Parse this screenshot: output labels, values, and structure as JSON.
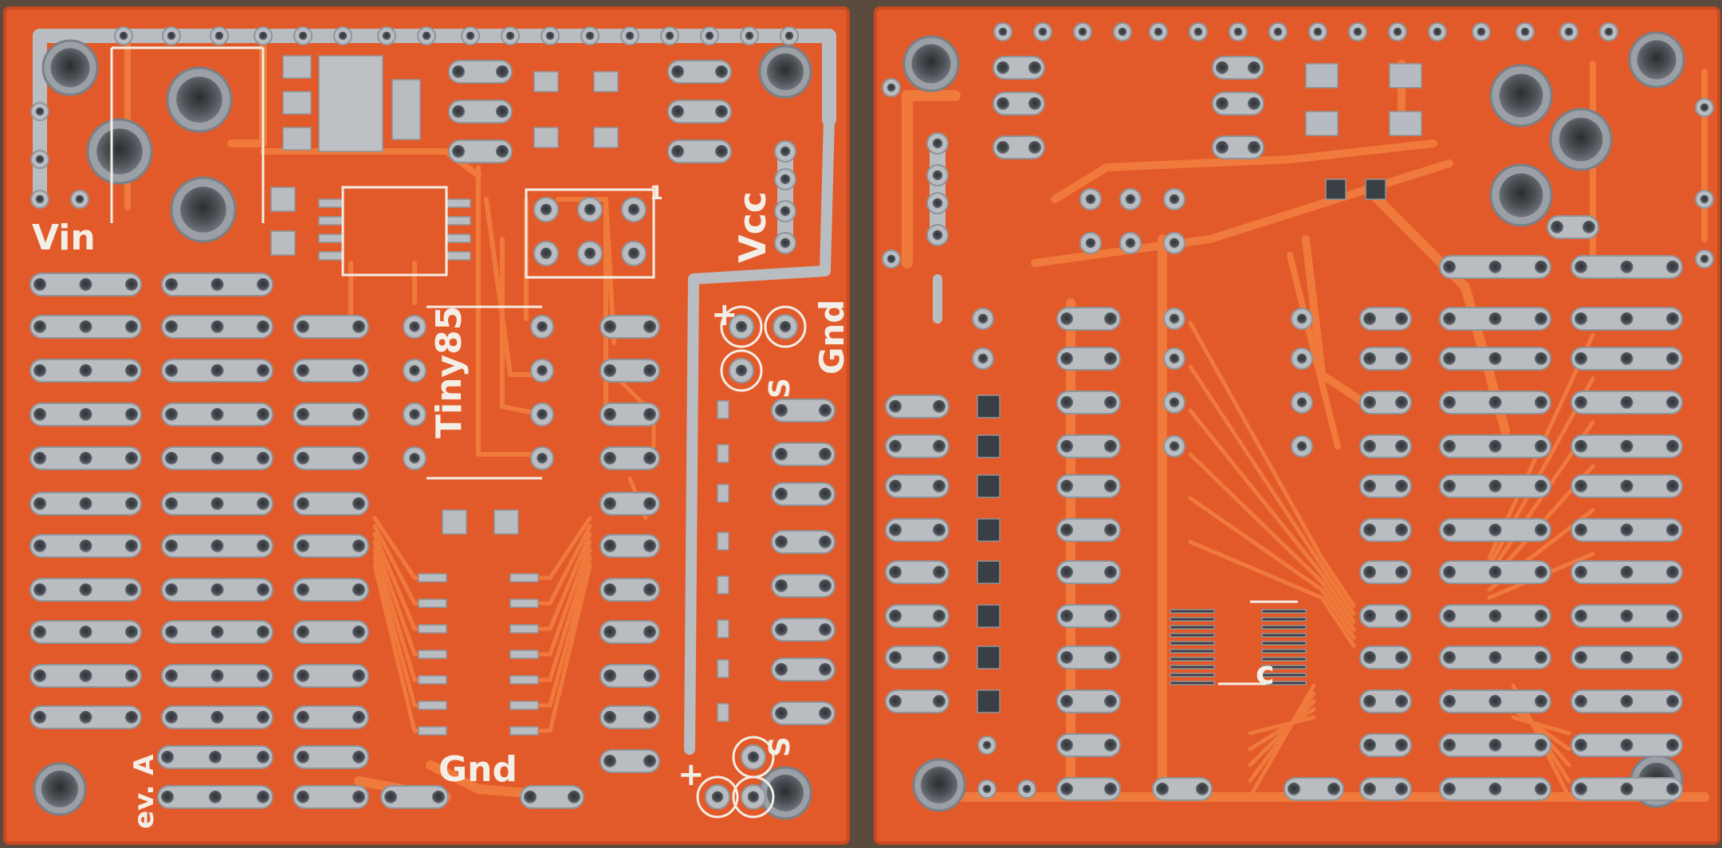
{
  "boards": {
    "front": {
      "labels": {
        "vin": "Vin",
        "vcc": "Vcc",
        "gnd_right": "Gnd",
        "gnd_bottom": "Gnd",
        "chip": "Tiny85",
        "s_top": "S",
        "s_bottom": "S",
        "plus_top": "+",
        "plus_bottom": "+",
        "rev": "ev. A",
        "pin1": "1"
      }
    },
    "back": {
      "labels": {
        "c": "c"
      }
    }
  },
  "colors": {
    "background": "#5b4a3e",
    "board": "#e35a2a",
    "board_edge": "#c94a20",
    "copper_trace": "#f07a3c",
    "pad_tin": "#b9bdc2",
    "pad_tin_dark": "#8e949a",
    "hole": "#454a4f",
    "silkscreen": "#f4efe6",
    "smd_dark": "#3a3e45"
  }
}
